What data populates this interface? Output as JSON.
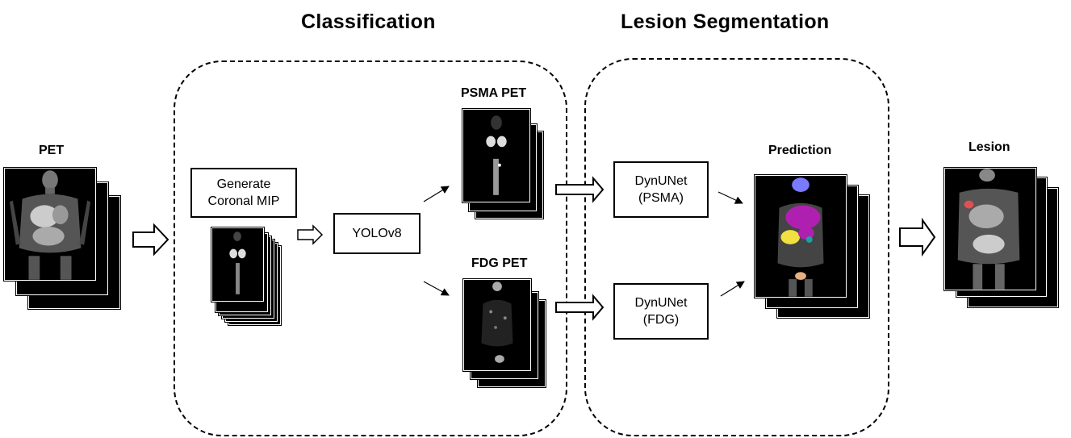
{
  "sections": {
    "classification_title": "Classification",
    "segmentation_title": "Lesion Segmentation"
  },
  "labels": {
    "pet": "PET",
    "psma_pet": "PSMA PET",
    "fdg_pet": "FDG PET",
    "prediction": "Prediction",
    "lesion": "Lesion"
  },
  "boxes": {
    "generate_mip_line1": "Generate",
    "generate_mip_line2": "Coronal MIP",
    "yolo": "YOLOv8",
    "dynunet_psma_line1": "DynUNet",
    "dynunet_psma_line2": "(PSMA)",
    "dynunet_fdg_line1": "DynUNet",
    "dynunet_fdg_line2": "(FDG)"
  },
  "colors": {
    "background": "#ffffff",
    "stroke": "#000000",
    "organ_purple": "#b020b0",
    "organ_yellow": "#f0e040",
    "organ_blue": "#7a7aff",
    "organ_teal": "#20a0a0",
    "organ_peach": "#e8b080",
    "lesion_red": "#e05050"
  }
}
